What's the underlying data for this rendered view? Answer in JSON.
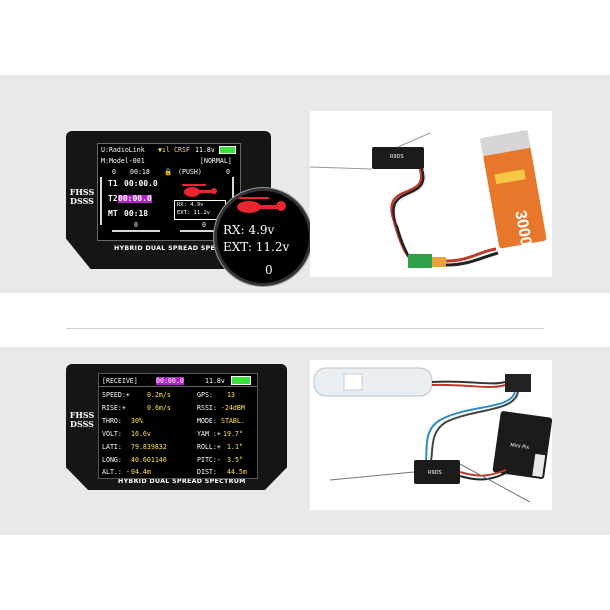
{
  "panel1": {
    "brand_line1": "FHSS",
    "brand_line2": "DSSS",
    "caption": "HYBRID DUAL SPREAD SPECTRUM",
    "screen": {
      "model_line": "U:RadioLink",
      "link_type": "CRSF",
      "battery_voltage": "11.8v",
      "model_name": "M:Model-001",
      "mode": "[NORMAL]",
      "counter_left": "0",
      "timer_top": "00:18",
      "push_label": "(PUSH)",
      "counter_right": "0",
      "t1_label": "T1",
      "t1_value": "00:00.0",
      "t2_label": "T2",
      "t2_value": "00:00.0",
      "mt_label": "MT",
      "mt_value": "00:18",
      "rx_small": "RX:    4.9v",
      "ext_small": "EXT: 11.2v",
      "bottom_left": "0",
      "bottom_right": "0"
    },
    "magnifier": {
      "rx_text": "RX:   4.9v",
      "ext_text": "EXT: 11.2v",
      "bottom_value": "0"
    }
  },
  "panel2": {
    "brand_line1": "FHSS",
    "brand_line2": "DSSS",
    "caption": "HYBRID DUAL SPREAD SPECTRUM",
    "screen": {
      "header_tag": "[RECEIVE]",
      "header_time": "00:00.0",
      "battery_voltage": "11.8v",
      "rows": [
        {
          "left_label": "SPEED:+",
          "left_value": "0.2m/s",
          "right_label": "GPS:",
          "right_value": "13"
        },
        {
          "left_label": "RISE:+",
          "left_value": "0.6m/s",
          "right_label": "RSSI:",
          "right_value": "-24dBM"
        },
        {
          "left_label": "THRO:",
          "left_value": "30%",
          "right_label": "MODE:",
          "right_value": "STABL."
        },
        {
          "left_label": "VOLT:",
          "left_value": "16.6v",
          "right_label": "YAM :+",
          "right_value": "19.7°"
        },
        {
          "left_label": "LATI:",
          "left_value": "79.839832",
          "right_label": "ROLL:+",
          "right_value": "1.1°"
        },
        {
          "left_label": "LONG:",
          "left_value": "40.601140",
          "right_label": "PITC:-",
          "right_value": "3.5°"
        },
        {
          "left_label": "ALT.: -",
          "left_value": "04.4m",
          "right_label": "DIST:",
          "right_value": "44.5m"
        }
      ]
    }
  },
  "photos": {
    "receiver_label": "R9DS",
    "battery_label": "3000",
    "flight_controller_label": "Mini Pix"
  },
  "colors": {
    "lcd_yellow": "#ffe14a",
    "lcd_magenta": "#b025c9",
    "battery_green": "#37e33a",
    "battery_pack_orange": "#e6772b"
  }
}
